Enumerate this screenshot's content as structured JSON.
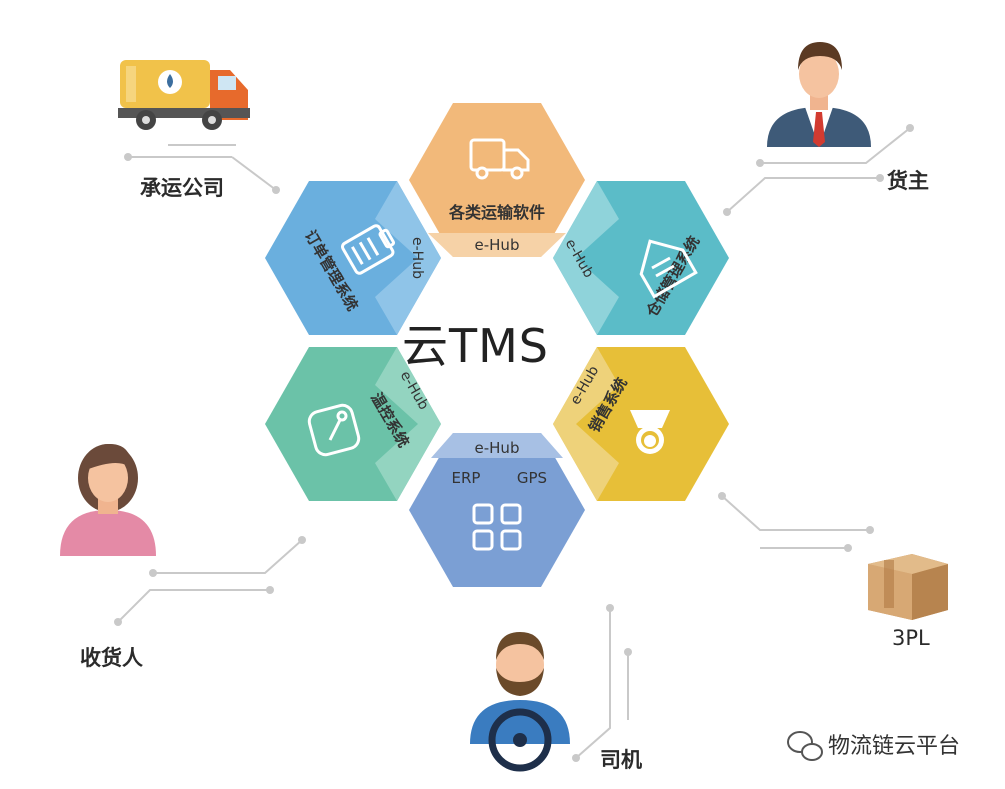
{
  "center": {
    "title": "云TMS"
  },
  "hubs": {
    "top": {
      "name": "各类运输软件",
      "tag": "e-Hub",
      "color": "#F2B97A"
    },
    "upper_left": {
      "name": "订单管理系统",
      "tag": "e-Hub",
      "color": "#6AAFDE"
    },
    "upper_right": {
      "name": "仓储管理系统",
      "tag": "e-Hub",
      "color": "#5BBCC8"
    },
    "lower_left": {
      "name": "温控系统",
      "tag": "e-Hub",
      "color": "#6BC2A8"
    },
    "lower_right": {
      "name": "销售系统",
      "tag": "e-Hub",
      "color": "#E7BF38"
    },
    "bottom": {
      "tag": "e-Hub",
      "erp": "ERP",
      "gps": "GPS",
      "color": "#7B9FD4"
    }
  },
  "actors": {
    "carrier": "承运公司",
    "shipper": "货主",
    "consignee": "收货人",
    "driver": "司机",
    "third_pl": "3PL"
  },
  "icons": [
    "truck-icon",
    "clipboard-icon",
    "warehouse-icon",
    "thermometer-icon",
    "cashier-icon",
    "grid-icon",
    "tanker-truck-icon",
    "businessman-icon",
    "woman-icon",
    "driver-icon",
    "box-icon",
    "wechat-icon"
  ],
  "watermark": "物流链云平台"
}
